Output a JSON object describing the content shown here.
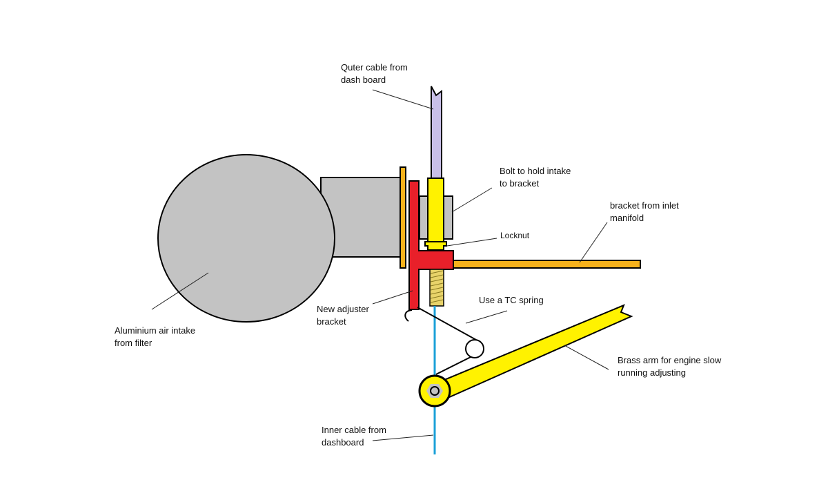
{
  "labels": {
    "outer_cable": [
      "Quter cable from",
      "dash board"
    ],
    "bolt": [
      "Bolt to hold intake",
      "to bracket"
    ],
    "bracket_inlet": [
      "bracket from inlet",
      "manifold"
    ],
    "locknut": "Locknut",
    "adjuster": [
      "New adjuster",
      "bracket"
    ],
    "spring": "Use a TC spring",
    "air_intake": [
      "Aluminium air intake",
      "from filter"
    ],
    "brass_arm": [
      "Brass arm for engine slow",
      "running adjusting"
    ],
    "inner_cable": [
      "Inner cable from",
      "dashboard"
    ]
  },
  "colors": {
    "intake": "#c3c3c3",
    "plate": "#f7b21c",
    "adjuster": "#e8202a",
    "yellow": "#fff200",
    "outer_cable": "#c8bfe7",
    "inner_cable": "#1aa0d8",
    "nut": "#c3c3c3"
  }
}
